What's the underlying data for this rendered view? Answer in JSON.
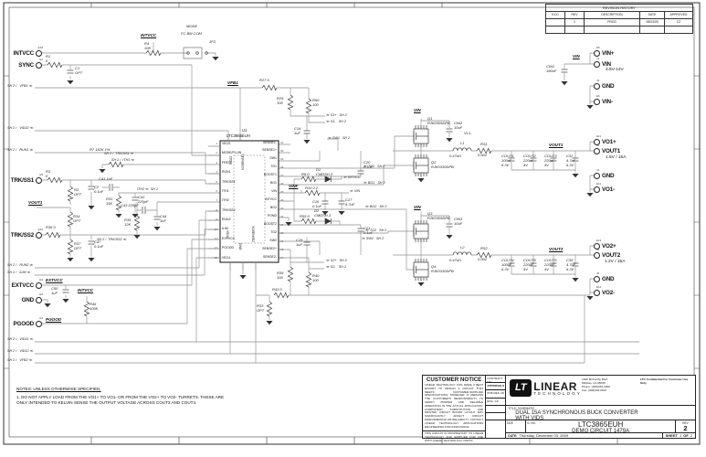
{
  "revision_history": {
    "title": "REVISION HISTORY",
    "columns": [
      "ECO",
      "REV",
      "DESCRIPTION",
      "DATE",
      "APPROVED"
    ],
    "rows": [
      {
        "eco": "",
        "rev": "2",
        "description": "PROD",
        "date": "08/03/09",
        "approved": "CZ"
      }
    ]
  },
  "terminals": {
    "left": {
      "intvcc": {
        "r": "E18",
        "l": "INTVCC"
      },
      "sync": {
        "r": "E1",
        "l": "SYNC"
      },
      "trkss1": {
        "r": "E9",
        "l": "TRK/SS1"
      },
      "trkss2": {
        "r": "E10",
        "l": "TRK/SS2"
      },
      "extvcc": {
        "r": "E3",
        "l": "EXTVCC"
      },
      "gnd": {
        "r": "E2",
        "l": "GND"
      },
      "pgood": {
        "r": "E4",
        "l": "PGOOD"
      }
    },
    "right": {
      "vinp": {
        "r": "E5",
        "l": "VIN+"
      },
      "vin": {
        "r": "J1",
        "l": "VIN",
        "s": "4.5V-14V"
      },
      "gndin": {
        "r": "J2",
        "l": "GND"
      },
      "vinm": {
        "r": "E6",
        "l": "VIN-"
      },
      "vo1p": {
        "r": "E11",
        "l": "VO1+"
      },
      "vout1": {
        "r": "J3",
        "l": "VOUT1",
        "s": "1.5V / 15A"
      },
      "gnd1": {
        "r": "J4",
        "l": "GND"
      },
      "vo1m": {
        "r": "E12",
        "l": "VO1-"
      },
      "vo2p": {
        "r": "E13",
        "l": "VO2+"
      },
      "vout2": {
        "r": "J5",
        "l": "VOUT2",
        "s": "1.2V / 15A"
      },
      "gnd2": {
        "r": "J6",
        "l": "GND"
      },
      "vo2m": {
        "r": "E14",
        "l": "VO2-"
      }
    }
  },
  "ic": {
    "ref": "U1",
    "part": "LTC3865EUH",
    "left_pins": [
      "VID21",
      "MODE/PLLIN",
      "FREQ",
      "RUN1",
      "TRK/SS1",
      "ITH1",
      "ITH2",
      "TRK/SS2",
      "RUN2",
      "ILIM",
      "EXTVCC",
      "PGOOD",
      "VID11"
    ],
    "left_nums": [
      "1",
      "2",
      "3",
      "4",
      "5",
      "6",
      "7",
      "8",
      "9",
      "10",
      "11",
      "12",
      "13"
    ],
    "right_pins": [
      "SENSE1-",
      "SENSE1+",
      "SW1",
      "TG1",
      "BOOST1",
      "BG1",
      "VIN",
      "INTVCC",
      "BG2",
      "PGND",
      "BOOST2",
      "TG2",
      "SW2",
      "SENSE2+",
      "SENSE2-"
    ],
    "right_nums": [
      "31",
      "30",
      "29",
      "28",
      "27",
      "26",
      "25",
      "24",
      "23",
      "22",
      "21",
      "20",
      "19",
      "18",
      "17"
    ],
    "top_pins": [
      "VID22",
      "VOSENSE1"
    ],
    "bottom_pins": [
      "VID12",
      "GND",
      "VOSENSE2"
    ]
  },
  "parts": {
    "r1": "R1\n0",
    "c1": "C1\nOPT",
    "r4": "R4\n10K",
    "mode": "MODE",
    "mode_opts": "FC  BM  COM",
    "jp3": "JP3",
    "r7": "R7  162K  1%",
    "r27": "R27  0",
    "r29": "R29\n100",
    "r50": "R50\n100",
    "c14": "C14\n1uF",
    "c20": "C20\n0.1uF",
    "r9": "R9  0",
    "d1": "D1\nCMDSH-3",
    "r10": "R10  2.2",
    "c16": "C16\n0.1uF",
    "c17": "C17\n4.7uF",
    "r55": "R55  0",
    "d2": "D2\nCMDSH-3",
    "c21": "C21\n0.1uF",
    "c15": "C15\n1uF",
    "q1": "Q1\nRJK0305DPB",
    "cin2": "CIN2\n10uF",
    "l1": "L1",
    "l1v": "0.47uH",
    "q2": "Q2\nRJK0330DPB",
    "rs1": "RS1",
    "rs1v": "0.002",
    "vl1": "VL1-",
    "cout1": "COUT1\n100uF\n6.3V",
    "cout2": "COUT2\n220uF\n4V",
    "cout3": "COUT3\n220uF\n4V",
    "c32": "C32\n4.7uF\n6.3V",
    "q3": "Q3\nRJK0305DPB",
    "cin3": "CIN3\n10uF",
    "l2": "L2",
    "l2v": "0.47uH",
    "q4": "Q4\nRJK0330DPB",
    "rs2": "RS2",
    "rs2v": "0.002",
    "cout4": "COUT4\n100uF\n6.3V",
    "cout5": "COUT5\n220uF\n4V",
    "cout6": "COUT6\n220uF\n4V",
    "c38": "C38\n4.7uF\n6.3V",
    "cin1": "CIN1\n180uF",
    "r3": "R3\n0",
    "r2": "R2\nOPT",
    "c2": "C2\n0.1uF",
    "c41": "C41  1nF",
    "r31": "R31\n15K",
    "c42": "C42\n220pF",
    "c43": "C43  220pF",
    "r35": "R35\n12K",
    "c44": "C44\n1nF",
    "r34": "R34\nOPT",
    "r36": "R36  0",
    "r37": "R37\nOPT",
    "c47": "C47\n0.1uF",
    "c50": "C50\n1uF",
    "r46": "R46\n100K",
    "r39": "R39\n100",
    "r40": "R40\n100",
    "r43": "R43  0",
    "r33": "R33\nOPT"
  },
  "nets": {
    "intvcc_top": "INTVCC",
    "vfb1": "VFB1",
    "vinf": "VINF",
    "vout1_rail": "VOUT1",
    "vout2_rail": "VOUT2",
    "vin_in": "VIN",
    "vin_q1": "VIN",
    "vin_q3": "VIN",
    "vout1_trk": "VOUT1",
    "extvcc": "EXTVCC",
    "intvcc_r46": "INTVCC",
    "pgood": "PGOOD"
  },
  "sheet_refs": {
    "lvfb1": "SH 2 /   VFB1 ≪",
    "lvid22": "SH 2 /   VID22 ≪",
    "lrun1": "SH 2 /   RUN1 ≫",
    "lrun2": "SH 2 /   RUN2 ≫",
    "lilim": "SH 2 /   ILIM ≫",
    "lvid11": "SH 2 /   VID11 ≪",
    "lvid12": "SH 2 /   VID12 ≪",
    "lvfb2": "SH 2 /   VFB2 ≪",
    "trkss1": "SH 2 /  TRK/SS1 ≪",
    "ith1": "SH 2 /  ITH1 ≪",
    "ith2": "ITH2 ≪  SH 2",
    "trkss2": "SH 2 /  TRK/SS2 ≪",
    "s1p": "≫ S1+   SH 2",
    "s1m": "≫ S1-   SH 2",
    "sw1": "≫ SW1   SH 2",
    "tg1": "≫ TG1   SH 2",
    "bg1": "≫ BG1   SH 2",
    "bg2": "≫ BG2   SH 2",
    "tg2": "≫ TG2   SH 2",
    "sw2": "≫ SW2   SH 2",
    "s2p": "≫ S2+   SH 2",
    "s2m": "≫ S2-   SH 2",
    "intvcc_ar": "≫ INTVCC",
    "vin_ar": "≫ VIN"
  },
  "notes": {
    "heading": "NOTES: UNLESS OTHERWISE SPECIFIED,",
    "item1": "1.  DO NOT APPLY LOAD FROM THE VO1+ TO VO1- OR FROM THE VO2+ TO VO2- TURRETS. THESE ARE ONLY INTENDED TO KELVIN SENSE THE OUTPUT VOLTAGE ACROSS COUT3 AND COUT4."
  },
  "customer_notice": {
    "title": "CUSTOMER NOTICE",
    "para1": "LINEAR TECHNOLOGY HAS MADE A BEST EFFORT TO DESIGN A CIRCUIT THAT MEETS CUSTOMER-SUPPLIED SPECIFICATIONS; HOWEVER, IT REMAINS THE CUSTOMER'S RESPONSIBILITY TO VERIFY PROPER AND RELIABLE OPERATION IN THE ACTUAL APPLICATION. COMPONENT SUBSTITUTION AND PRINTED CIRCUIT BOARD LAYOUT MAY SIGNIFICANTLY AFFECT CIRCUIT PERFORMANCE OR RELIABILITY. CONTACT LINEAR TECHNOLOGY APPLICATIONS ENGINEERING FOR ASSISTANCE.",
    "para2": "THIS CIRCUIT IS PROPRIETARY TO LINEAR TECHNOLOGY AND SUPPLIED FOR USE WITH LINEAR TECHNOLOGY PARTS."
  },
  "title_block": {
    "contract_label": "CONTRACT NO.",
    "approvals_label": "APPROVALS",
    "approvals": [
      {
        "role": "PCB DES.",
        "name": "MI"
      },
      {
        "role": "ENG.",
        "name": "CZ"
      }
    ],
    "brand": {
      "mark": "LT",
      "line1": "LINEAR",
      "line2": "TECHNOLOGY"
    },
    "address": [
      "1630 McCarthy Blvd.",
      "Milpitas, CA 95035",
      "Phone: (408)432-1900",
      "Fax: (408)434-0507"
    ],
    "confidential": "LTC Confidential For Customer Use Only",
    "title_label": "TITLE: SCHEMATIC",
    "title_line1": "DUAL 15A SYNCHRONOUS BUCK CONVERTER",
    "title_line2": "WITH VIDS",
    "size_label": "SIZE",
    "icno_label": "IC NO.",
    "part_no": "LTC3865EUH",
    "demo_circuit": "DEMO CIRCUIT 1479A",
    "rev_label": "REV",
    "rev": "2",
    "date_label": "DATE:",
    "date": "Thursday, December 03, 2009",
    "sheet_label": "SHEET",
    "sheet_no": "1",
    "of_label": "OF",
    "sheet_total": "2"
  }
}
